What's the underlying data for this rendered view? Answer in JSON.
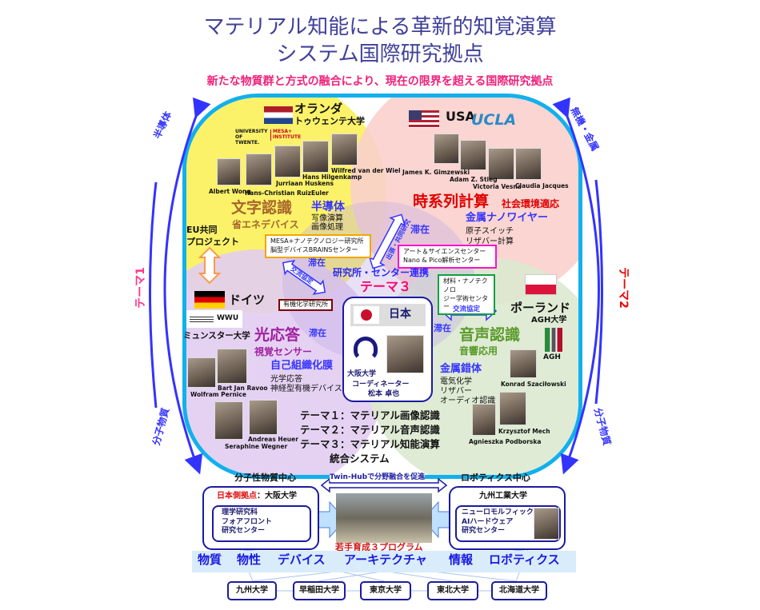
{
  "header": {
    "title_line1": "マテリアル知能による革新的知覚演算",
    "title_line2": "システム国際研究拠点",
    "subtitle": "新たな物質群と方式の融合により、現在の限界を超える国際研究拠点"
  },
  "colors": {
    "frame": "#12b0ec",
    "arrow": "#3333ff",
    "theme_red": "#ff0066",
    "yellow": "#fbf26a",
    "pink": "#f9d0cc",
    "purple": "#e2cdf2",
    "green": "#dbe9cf"
  },
  "side": {
    "left_top": "半導体",
    "left_mid": "テーマ1",
    "left_bottom": "分子物質",
    "right_top": "無機・金属",
    "right_mid": "テーマ2",
    "right_bottom": "分子物質"
  },
  "netherlands": {
    "country": "オランダ",
    "university": "トゥウェンテ大学",
    "logo_left": "UNIVERSITY OF TWENTE.",
    "logo_right": "MESA+ INSTITUTE",
    "people": [
      "Albert Wong",
      "Hans-Christian RuizEuler",
      "Jurriaan Huskens",
      "Hans Hilgenkamp",
      "Wilfred van der Wiel"
    ],
    "topic": "文字認識",
    "subtopic": "省エネデバイス",
    "material": "半導体",
    "details": [
      "写像演算",
      "画像処理"
    ],
    "eu": [
      "EU共同",
      "プロジェクト"
    ],
    "center_box": [
      "MESA+ナノテクノロジー研究所",
      "脳型デバイスBRAINSセンター"
    ]
  },
  "usa": {
    "country": "USA",
    "university": "UCLA",
    "people": [
      "James K. Gimzewski",
      "Adam Z. Stieg",
      "Victoria Vesna",
      "Claudia Jacques"
    ],
    "topic": "時系列計算",
    "subtopic": "社会環境適応",
    "material": "金属ナノワイヤー",
    "details": [
      "原子スイッチ",
      "リザバー計算"
    ],
    "stay": "滞在",
    "center_box": [
      "アート＆サイエンスセンター",
      "Nano & Pico解析センター"
    ],
    "arrow_label": "出張・共同研究"
  },
  "center": {
    "stay": "滞在",
    "arrow_label": "交流協定",
    "link": "研究所・センター連携",
    "theme3": "テーマ３",
    "org_box": "有機化学研究所",
    "japan": "日本",
    "osaka": "大阪大学",
    "coord_role": "コーディネーター",
    "coord_name": "松本 卓也",
    "themes": [
      "テーマ１：マテリアル画像認識",
      "テーマ２：マテリアル音声認識",
      "テーマ３：マテリアル知能演算",
      "統合システム"
    ]
  },
  "germany": {
    "country": "ドイツ",
    "logo": "WWU",
    "university": "ミュンスター大学",
    "topic": "光応答",
    "stay": "滞在",
    "subtopic": "視覚センサー",
    "material": "自己組織化膜",
    "details": [
      "光学応答",
      "神経型有機デバイス"
    ],
    "people": [
      "Bart Jan Ravoo",
      "Wolfram Pernice",
      "Andreas Heuer",
      "Seraphine Wegner"
    ]
  },
  "poland": {
    "country": "ポーランド",
    "university": "AGH大学",
    "logo": "AGH",
    "center_box": [
      "材料・ナノテクノロ",
      "ジー学術センター"
    ],
    "arrow_label": "交流協定",
    "stay": "滞在",
    "topic": "音声認識",
    "subtopic": "音響応用",
    "material": "金属錯体",
    "details": [
      "電気化学",
      "リザバー",
      "オーディオ認識"
    ],
    "people": [
      "Konrad Szaciłowski",
      "Krzysztof Mech",
      "Agnieszka Podborska"
    ]
  },
  "bottom": {
    "left_head": "分子性物質中心",
    "twin_hub": "Twin-Hubで分野融合を促進",
    "right_head": "ロボティクス中心",
    "left_site_label": "日本側拠点",
    "left_site_name": "：大阪大学",
    "left_inner": [
      "理学研究科",
      "フォアフロント",
      "研究センター"
    ],
    "right_site": "九州工業大学",
    "right_inner": [
      "ニューロモルフィック",
      "AIハードウェア",
      "研究センター"
    ],
    "program": "若手育成３プログラム",
    "fields": [
      "物質",
      "物性",
      "デバイス",
      "アーキテクチャ",
      "情報",
      "ロボティクス"
    ],
    "universities": [
      "九州大学",
      "早稲田大学",
      "東京大学",
      "東北大学",
      "北海道大学"
    ]
  }
}
